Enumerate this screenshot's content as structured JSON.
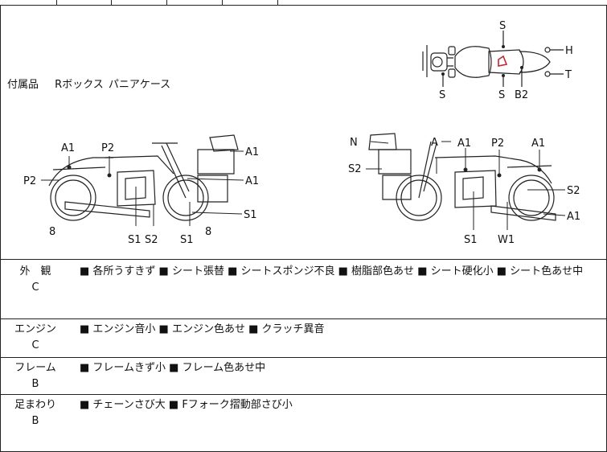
{
  "accessory": {
    "label": "付属品",
    "items": [
      "Rボックス",
      "パニアケース"
    ]
  },
  "top_view_labels": [
    "S",
    "H",
    "S",
    "S",
    "B2",
    "T"
  ],
  "left_bike_labels": [
    "A1",
    "P2",
    "A1",
    "P2",
    "A1",
    "S1",
    "8",
    "S1",
    "S2",
    "S1",
    "8"
  ],
  "right_bike_labels": [
    "N",
    "A",
    "A1",
    "P2",
    "A1",
    "S2",
    "S2",
    "A1",
    "S1",
    "W1"
  ],
  "condition": [
    {
      "category": "外　観",
      "grade": "C",
      "text": "■ 各所うすきず ■ シート張替 ■ シートスポンジ不良 ■ 樹脂部色あせ ■ シート硬化小 ■ シート色あせ中"
    },
    {
      "category": "エンジン",
      "grade": "C",
      "text": "■ エンジン音小 ■ エンジン色あせ ■ クラッチ異音"
    },
    {
      "category": "フレーム",
      "grade": "B",
      "text": "■ フレームきず小 ■ フレーム色あせ中"
    },
    {
      "category": "足まわり",
      "grade": "B",
      "text": "■ チェーンさび大 ■ Fフォーク摺動部さび小"
    }
  ]
}
